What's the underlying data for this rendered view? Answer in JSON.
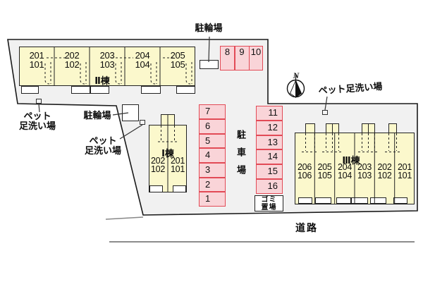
{
  "colors": {
    "site_fill": "#f1f1f1",
    "building_fill": "#fbf8cc",
    "parking_fill": "#f9d4d8",
    "parking_border": "#e24a56",
    "line": "#222222"
  },
  "labels": {
    "bicycle_parking_top": "駐輪場",
    "bicycle_parking_mid": "駐輪場",
    "parking_lot_vertical": "駐車場",
    "pet_wash_left_line1": "ペット",
    "pet_wash_left_line2": "足洗い場",
    "pet_wash_mid_line1": "ペット",
    "pet_wash_mid_line2": "足洗い場",
    "pet_wash_right": "ペット足洗い場",
    "garbage_line1": "ゴミ",
    "garbage_line2": "置場",
    "road": "道路",
    "north": "N"
  },
  "buildings": [
    {
      "name": "Ⅱ棟",
      "units": [
        {
          "upper": "201",
          "lower": "101"
        },
        {
          "upper": "202",
          "lower": "102"
        },
        {
          "upper": "203",
          "lower": "103"
        },
        {
          "upper": "204",
          "lower": "104"
        },
        {
          "upper": "205",
          "lower": "105"
        }
      ]
    },
    {
      "name": "Ⅰ棟",
      "units": [
        {
          "upper": "202",
          "lower": "102"
        },
        {
          "upper": "201",
          "lower": "101"
        }
      ]
    },
    {
      "name": "Ⅲ棟",
      "units": [
        {
          "upper": "206",
          "lower": "106"
        },
        {
          "upper": "205",
          "lower": "105"
        },
        {
          "upper": "204",
          "lower": "104"
        },
        {
          "upper": "203",
          "lower": "103"
        },
        {
          "upper": "202",
          "lower": "102"
        },
        {
          "upper": "201",
          "lower": "101"
        }
      ]
    }
  ],
  "parking": {
    "top_row": [
      "8",
      "9",
      "10"
    ],
    "left_column": [
      "7",
      "6",
      "5",
      "4",
      "3",
      "2",
      "1"
    ],
    "right_column": [
      "11",
      "12",
      "13",
      "14",
      "15",
      "16"
    ]
  }
}
